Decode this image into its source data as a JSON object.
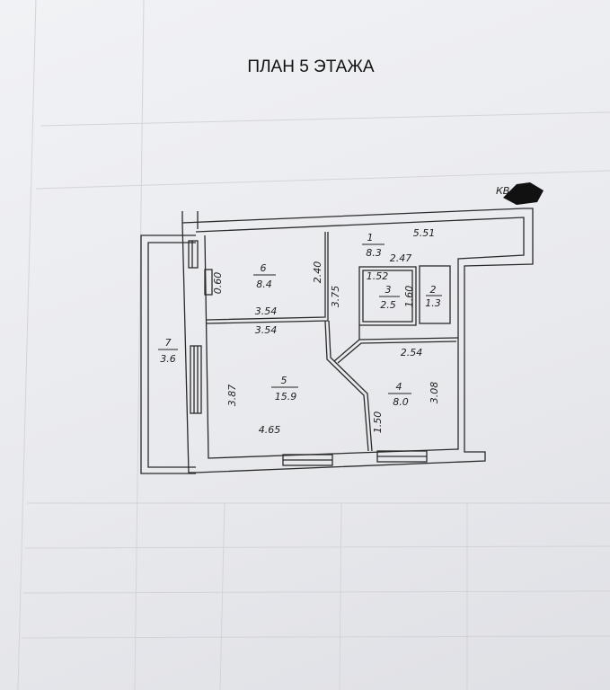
{
  "title": "ПЛАН 5 ЭТАЖА",
  "apartment_mark": "КВ",
  "rooms": [
    {
      "number": "1",
      "area": "8.3"
    },
    {
      "number": "2",
      "area": "1.3"
    },
    {
      "number": "3",
      "area": "2.5"
    },
    {
      "number": "4",
      "area": "8.0"
    },
    {
      "number": "5",
      "area": "15.9"
    },
    {
      "number": "6",
      "area": "8.4"
    },
    {
      "number": "7",
      "area": "3.6"
    }
  ],
  "dimensions": {
    "corridor_length": "5.51",
    "corridor_width": "2.47",
    "room3_width": "1.52",
    "room3_depth": "1.60",
    "room6_niche": "0.60",
    "room6_depth": "2.40",
    "corridor_depth": "3.75",
    "room6_width": "3.54",
    "room5_width_top": "3.54",
    "room5_depth": "3.87",
    "room5_width_bottom": "4.65",
    "room4_width": "2.54",
    "room4_depth": "3.08",
    "room4_door_offset": "1.50"
  }
}
